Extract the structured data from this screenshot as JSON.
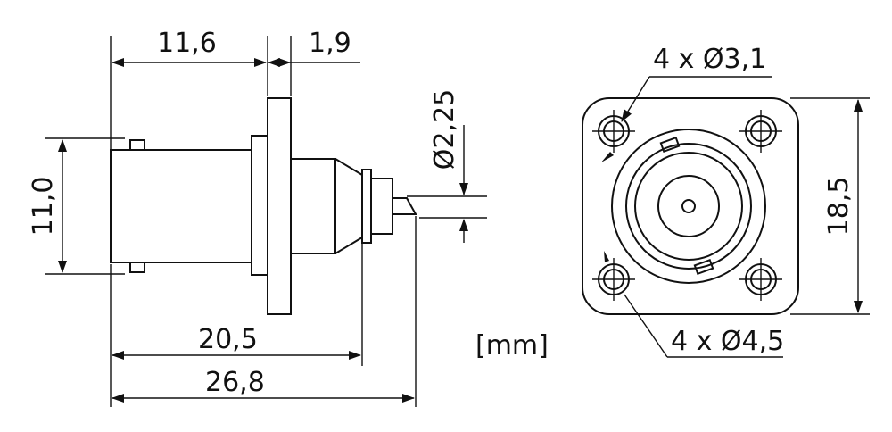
{
  "side_view": {
    "dim_flange_offset": "11,6",
    "dim_flange_thickness": "1,9",
    "dim_body_height": "11,0",
    "dim_pin_diameter": "Ø2,25",
    "dim_length_a": "20,5",
    "dim_length_b": "26,8"
  },
  "unit_label": "[mm]",
  "front_view": {
    "dim_hole_small": "4 x Ø3,1",
    "dim_hole_large": "4 x Ø4,5",
    "dim_flange_size": "18,5"
  }
}
